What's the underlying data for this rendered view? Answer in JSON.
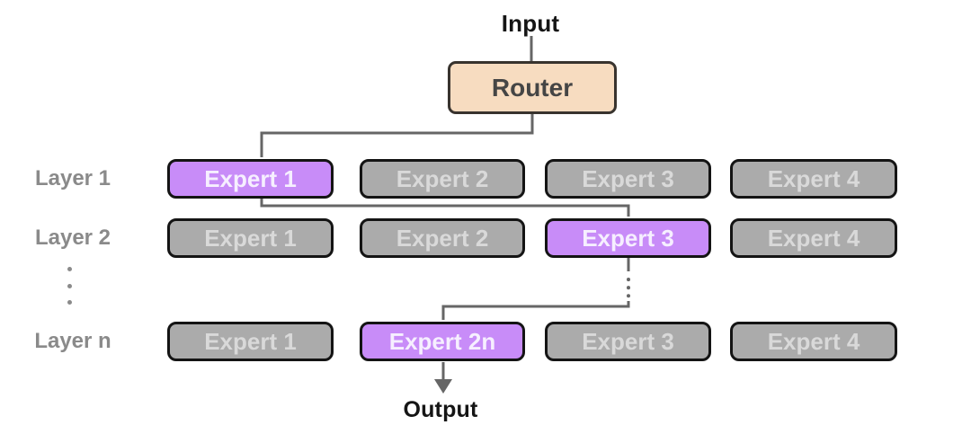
{
  "diagram": {
    "title_semantics": "mixture-of-experts-routing",
    "input_label": "Input",
    "output_label": "Output",
    "router_label": "Router",
    "ellipsis_glyph": "⋮",
    "layers": [
      {
        "label": "Layer 1",
        "experts": [
          {
            "label": "Expert 1",
            "active": true
          },
          {
            "label": "Expert 2",
            "active": false
          },
          {
            "label": "Expert 3",
            "active": false
          },
          {
            "label": "Expert 4",
            "active": false
          }
        ]
      },
      {
        "label": "Layer 2",
        "experts": [
          {
            "label": "Expert 1",
            "active": false
          },
          {
            "label": "Expert 2",
            "active": false
          },
          {
            "label": "Expert 3",
            "active": true
          },
          {
            "label": "Expert 4",
            "active": false
          }
        ]
      },
      {
        "label": "Layer n",
        "experts": [
          {
            "label": "Expert 1",
            "active": false
          },
          {
            "label": "Expert 2n",
            "active": true
          },
          {
            "label": "Expert 3",
            "active": false
          },
          {
            "label": "Expert 4",
            "active": false
          }
        ]
      }
    ],
    "routing_path": [
      "Router",
      "Layer 1 / Expert 1",
      "Layer 2 / Expert 3",
      "Layer n / Expert 2n",
      "Output"
    ],
    "colors": {
      "router_fill": "#f7dcc0",
      "router_border": "#38332e",
      "router_text": "#454545",
      "expert_active_fill": "#c88cf8",
      "expert_active_text": "#f6efff",
      "expert_inactive_fill": "#ababab",
      "expert_inactive_text": "#d9d9d9",
      "expert_border": "#141414",
      "connector": "#666666",
      "label_text": "#8a8a8a",
      "io_text": "#151515"
    }
  }
}
